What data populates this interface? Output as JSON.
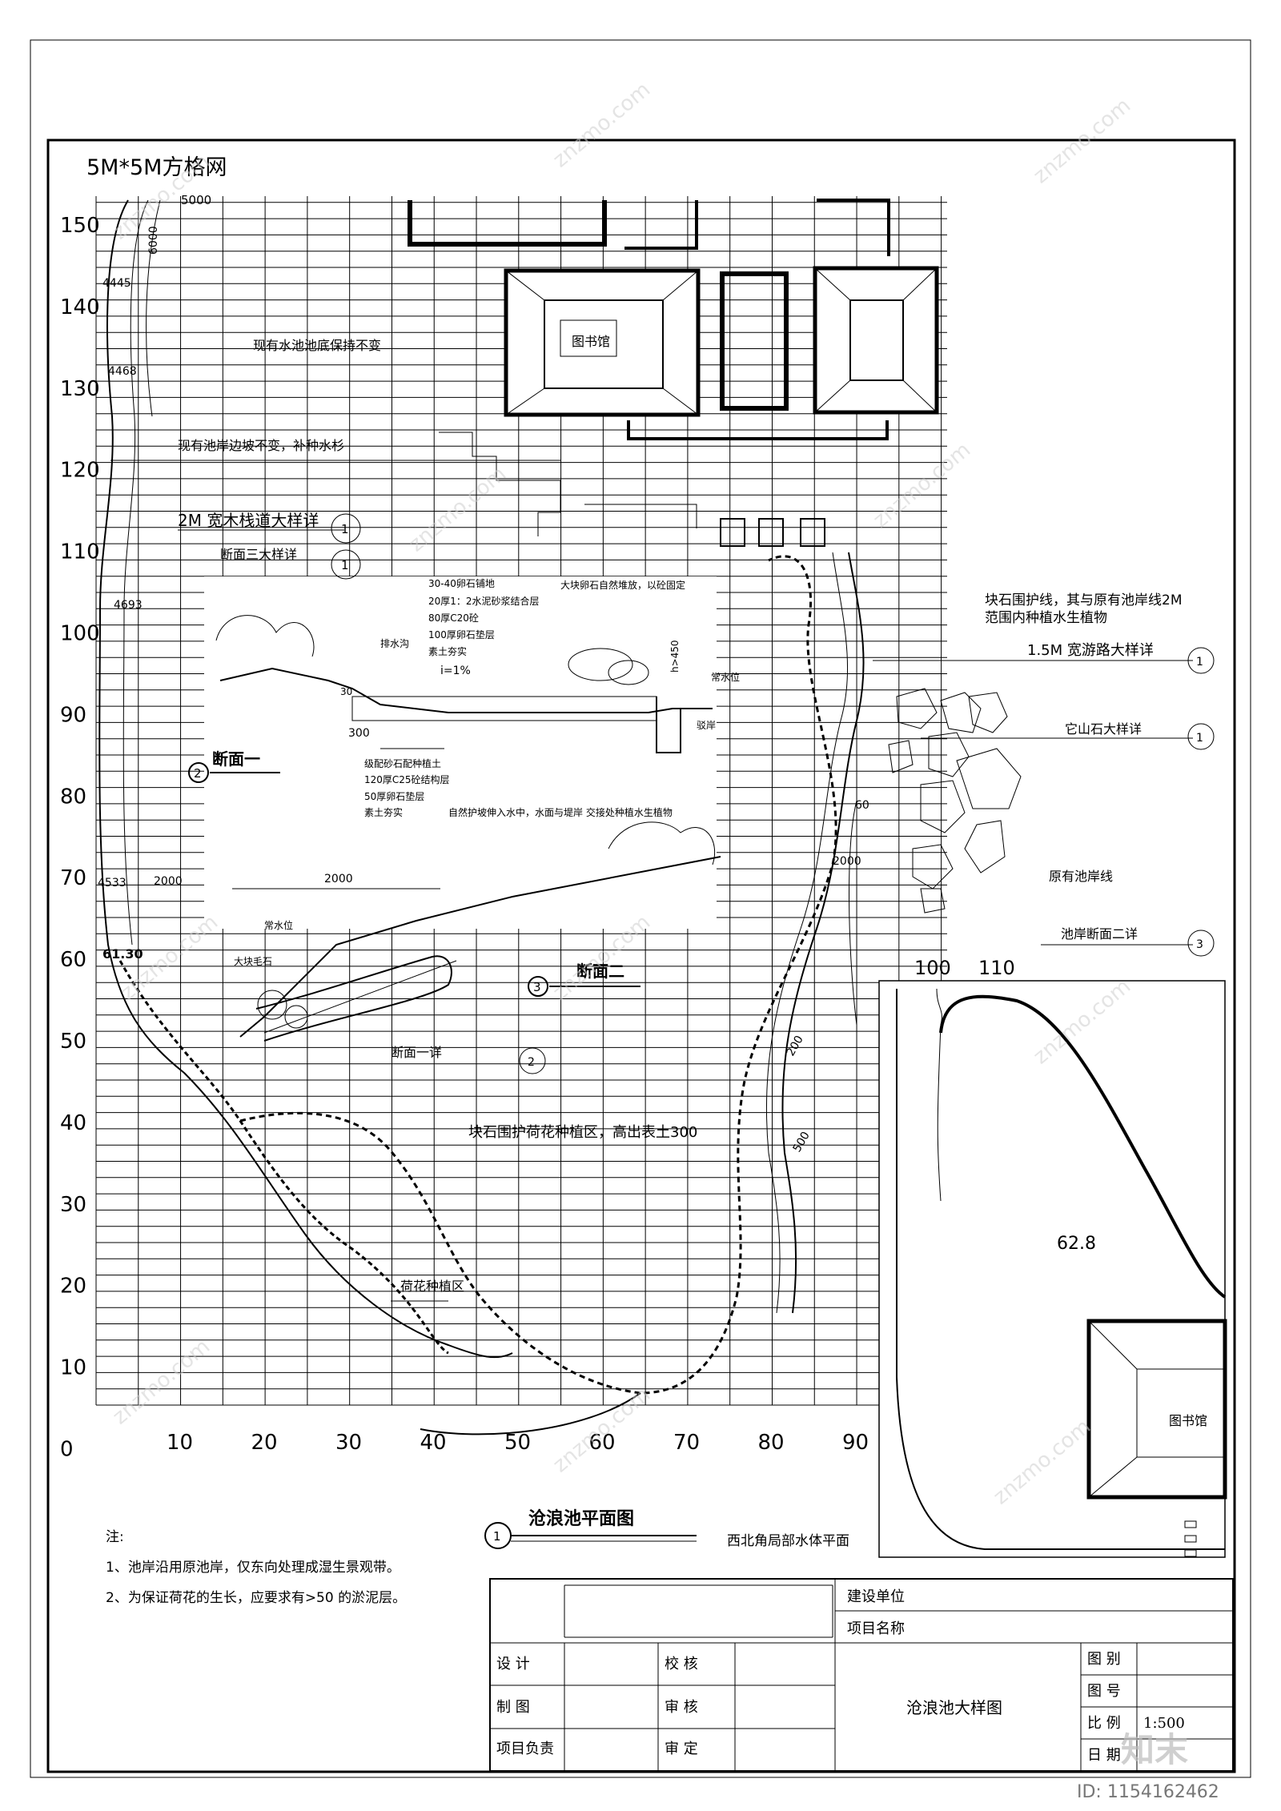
{
  "grid_title": "5M*5M方格网",
  "y_axis_labels": [
    "150",
    "140",
    "130",
    "120",
    "110",
    "100",
    "90",
    "80",
    "70",
    "60",
    "50",
    "40",
    "30",
    "20",
    "10",
    "0"
  ],
  "x_axis_labels": [
    "10",
    "20",
    "30",
    "40",
    "50",
    "60",
    "70",
    "80",
    "90"
  ],
  "dimensions": {
    "d5000": "5000",
    "d6000": "6000",
    "d4445": "4445",
    "d4468": "4468",
    "d4693": "4693",
    "d4533": "4533",
    "d2000a": "2000",
    "d2000b": "2000",
    "d2000c": "2000",
    "d300": "300",
    "d30": "30",
    "d60": "60",
    "d200": "200",
    "d500": "500",
    "elev6130": "61.30",
    "elev628": "62.8"
  },
  "annotations": {
    "existing_pool_bottom": "现有水池池底保持不变",
    "existing_bank": "现有池岸边坡不变，补种水杉",
    "boardwalk": "2M 宽木栈道大样详",
    "section3": "断面三大样详",
    "library_main": "图书馆",
    "stone_bank_line1": "块石围护线，其与原有池岸线2M",
    "stone_bank_line2": "范围内种植水生植物",
    "path15": "1.5M 宽游路大样详",
    "rock_detail": "它山石大样详",
    "original_bank": "原有池岸线",
    "pool_section2": "池岸断面二详",
    "section1_detail": "断面一详",
    "lotus_edge": "块石围护荷花种植区，高出表土300",
    "lotus_area": "荷花种植区",
    "inset_x100": "100",
    "inset_x110": "110",
    "inset_library": "图书馆"
  },
  "callout_num": "1",
  "section1": {
    "title": "断面一",
    "num": "2",
    "l1": "30-40卵石铺地",
    "l2": "20厚1：2水泥砂浆结合层",
    "l3": "80厚C20砼",
    "l4": "100厚卵石垫层",
    "l5": "素土夯实",
    "slope": "i=1%",
    "ditch": "排水沟",
    "boulder": "大块卵石自然堆放，以砼固定",
    "h450": "h>450",
    "water": "常水位",
    "revet": "驳岸"
  },
  "section2": {
    "title": "断面二",
    "num": "3",
    "l1": "级配砂石配种植土",
    "l2": "120厚C25砼结构层",
    "l3": "50厚卵石垫层",
    "l4": "素土夯实",
    "l5": "自然护坡伸入水中，水面与堤岸 交接处种植水生植物",
    "water": "常水位",
    "stone": "大块毛石"
  },
  "plan_title": "沧浪池平面图",
  "plan_num": "1",
  "inset_title": "西北角局部水体平面",
  "notes": {
    "head": "注:",
    "n1": "1、池岸沿用原池岸，仅东向处理成湿生景观带。",
    "n2": "2、为保证荷花的生长，应要求有>50 的淤泥层。"
  },
  "title_block": {
    "build_unit": "建设单位",
    "project_name": "项目名称",
    "design": "设    计",
    "draw": "制    图",
    "pm": "项目负责",
    "check": "校    核",
    "review": "审    核",
    "approve": "审    定",
    "drawing_name": "沧浪池大样图",
    "cat": "图    别",
    "no": "图    号",
    "scale": "比    例",
    "scale_val": "1:500",
    "date": "日    期"
  },
  "watermark": {
    "brand": "知末",
    "site": "znzmo.com",
    "id": "ID: 1154162462"
  }
}
